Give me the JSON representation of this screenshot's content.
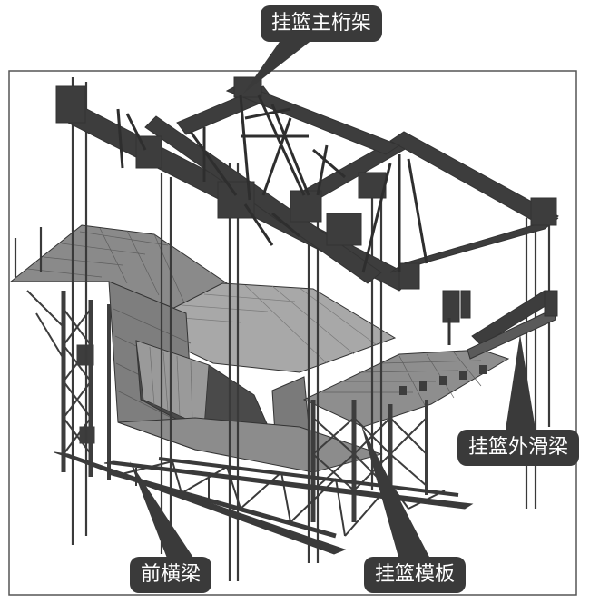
{
  "labels": {
    "main_truss": "挂篮主桁架",
    "outer_slide_beam": "挂篮外滑梁",
    "front_cross_beam": "前横梁",
    "formwork": "挂篮模板"
  },
  "colors": {
    "steel": "#3d3d3d",
    "steel_light": "#6a6a6a",
    "concrete": "#8a8a8a",
    "concrete_light": "#b0b0b0",
    "callout_bg": "#3a3a3a",
    "callout_text": "#ffffff",
    "frame": "#555555"
  }
}
